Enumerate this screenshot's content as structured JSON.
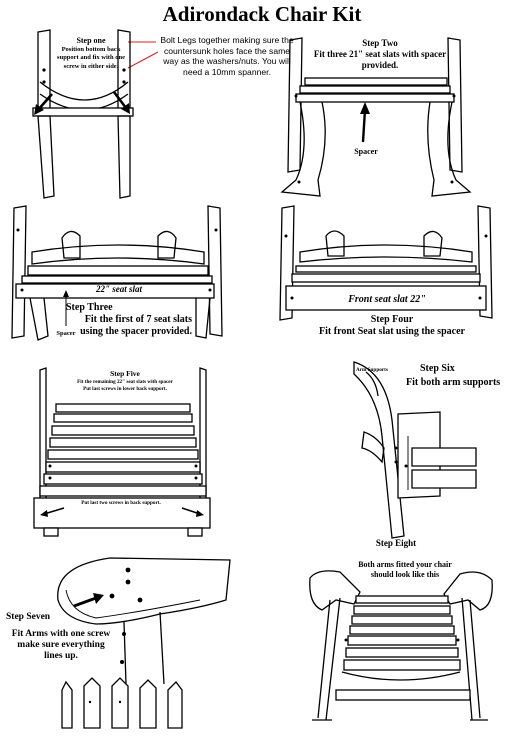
{
  "title": "Adirondack Chair Kit",
  "note": "Bolt Legs together making sure the countersunk holes face the same way as the washers/nuts. You will need a 10mm spanner.",
  "step_one": {
    "heading": "Step one",
    "lines": [
      "Position bottom back",
      "support and fix with one",
      "screw in either side."
    ]
  },
  "step_two": {
    "heading": "Step Two",
    "lines": [
      "Fit three 21\" seat slats with spacer",
      "provided."
    ],
    "pointer_label": "Spacer"
  },
  "step_three": {
    "slat_label": "22\" seat slat",
    "heading": "Step Three",
    "lines": [
      "Fit the first of 7 seat slats",
      "using the spacer provided."
    ],
    "pointer_label": "Spacer"
  },
  "step_four": {
    "slat_label": "Front seat slat 22\"",
    "heading": "Step Four",
    "lines": [
      "Fit front Seat slat using the spacer"
    ]
  },
  "step_five": {
    "heading": "Step Five",
    "lines": [
      "Fit the remaining 22\" seat slats with spacer",
      "Put last screws in lower back support."
    ],
    "bottom_note": "Put last two screws in back support."
  },
  "step_six": {
    "heading": "Step Six",
    "lines": [
      "Fit both arm supports"
    ],
    "part_label": "Arm Supports"
  },
  "step_seven": {
    "heading": "Step Seven",
    "lines": [
      "Fit Arms with one screw",
      "make sure everything",
      "lines up."
    ]
  },
  "step_eight": {
    "heading": "Step Eight",
    "lines": [
      "Both arms fitted your chair",
      "should look like this"
    ]
  }
}
